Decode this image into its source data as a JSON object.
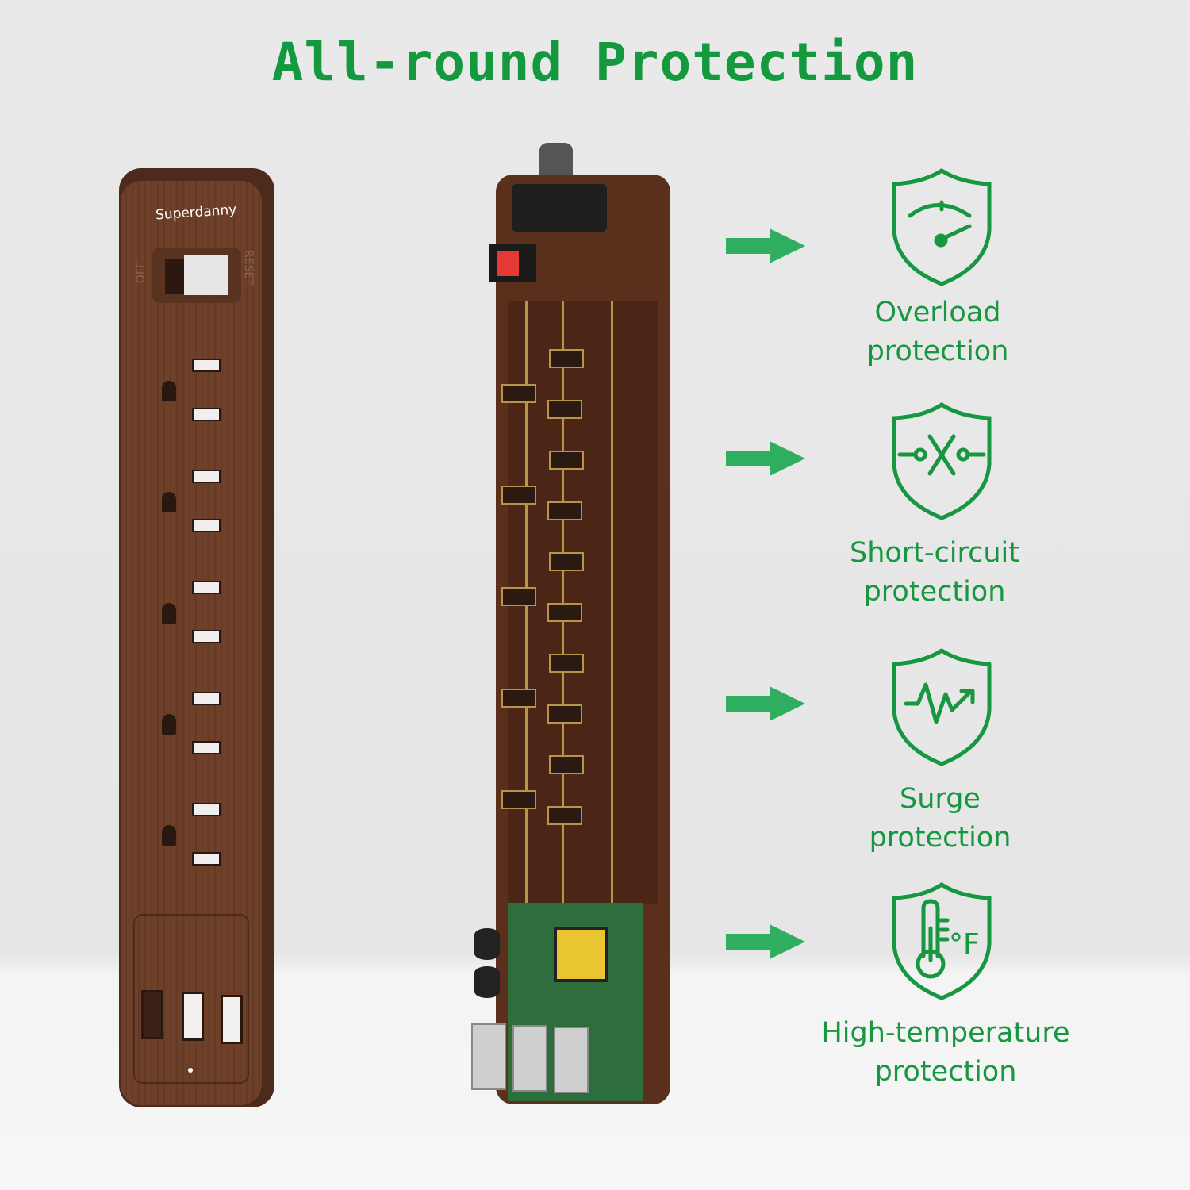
{
  "title": "All-round Protection",
  "product": {
    "brand": "Superdanny",
    "switch_off_label": "OFF",
    "switch_reset_label": "RESET",
    "outlet_count": 5,
    "usb_port_count": 3
  },
  "features": [
    {
      "icon": "gauge-shield-icon",
      "line1": "Overload",
      "line2": "protection"
    },
    {
      "icon": "circuit-shield-icon",
      "line1": "Short-circuit",
      "line2": "protection"
    },
    {
      "icon": "surge-shield-icon",
      "line1": "Surge",
      "line2": "protection"
    },
    {
      "icon": "thermometer-shield-icon",
      "line1": "High-temperature",
      "line2": "protection",
      "unit": "°F"
    }
  ],
  "colors": {
    "accent": "#17973f",
    "body": "#6e4029"
  }
}
